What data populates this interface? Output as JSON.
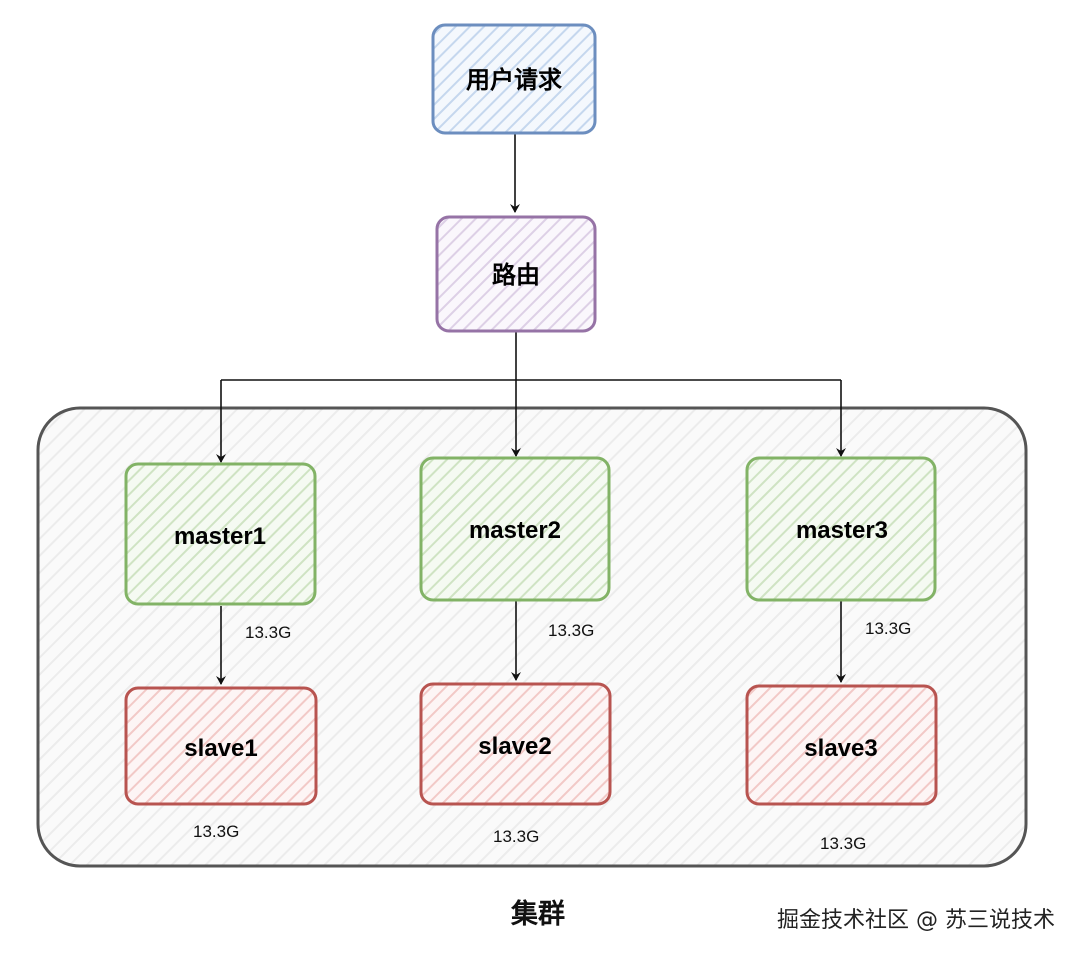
{
  "nodes": {
    "user_request": "用户请求",
    "router": "路由",
    "master1": "master1",
    "master2": "master2",
    "master3": "master3",
    "slave1": "slave1",
    "slave2": "slave2",
    "slave3": "slave3"
  },
  "sizes": {
    "master1_link": "13.3G",
    "master2_link": "13.3G",
    "master3_link": "13.3G",
    "slave1": "13.3G",
    "slave2": "13.3G",
    "slave3": "13.3G"
  },
  "cluster_label": "集群",
  "watermark": "掘金技术社区 @ 苏三说技术",
  "colors": {
    "blue_stroke": "#6c8ebf",
    "blue_hatch": "#c5d7ee",
    "purple_stroke": "#9673a6",
    "purple_hatch": "#ddd0e6",
    "green_stroke": "#82b366",
    "green_hatch": "#cfe3c3",
    "red_stroke": "#b85450",
    "red_hatch": "#f2c9c7",
    "cluster_stroke": "#555555",
    "cluster_hatch": "#e8e8e8"
  }
}
